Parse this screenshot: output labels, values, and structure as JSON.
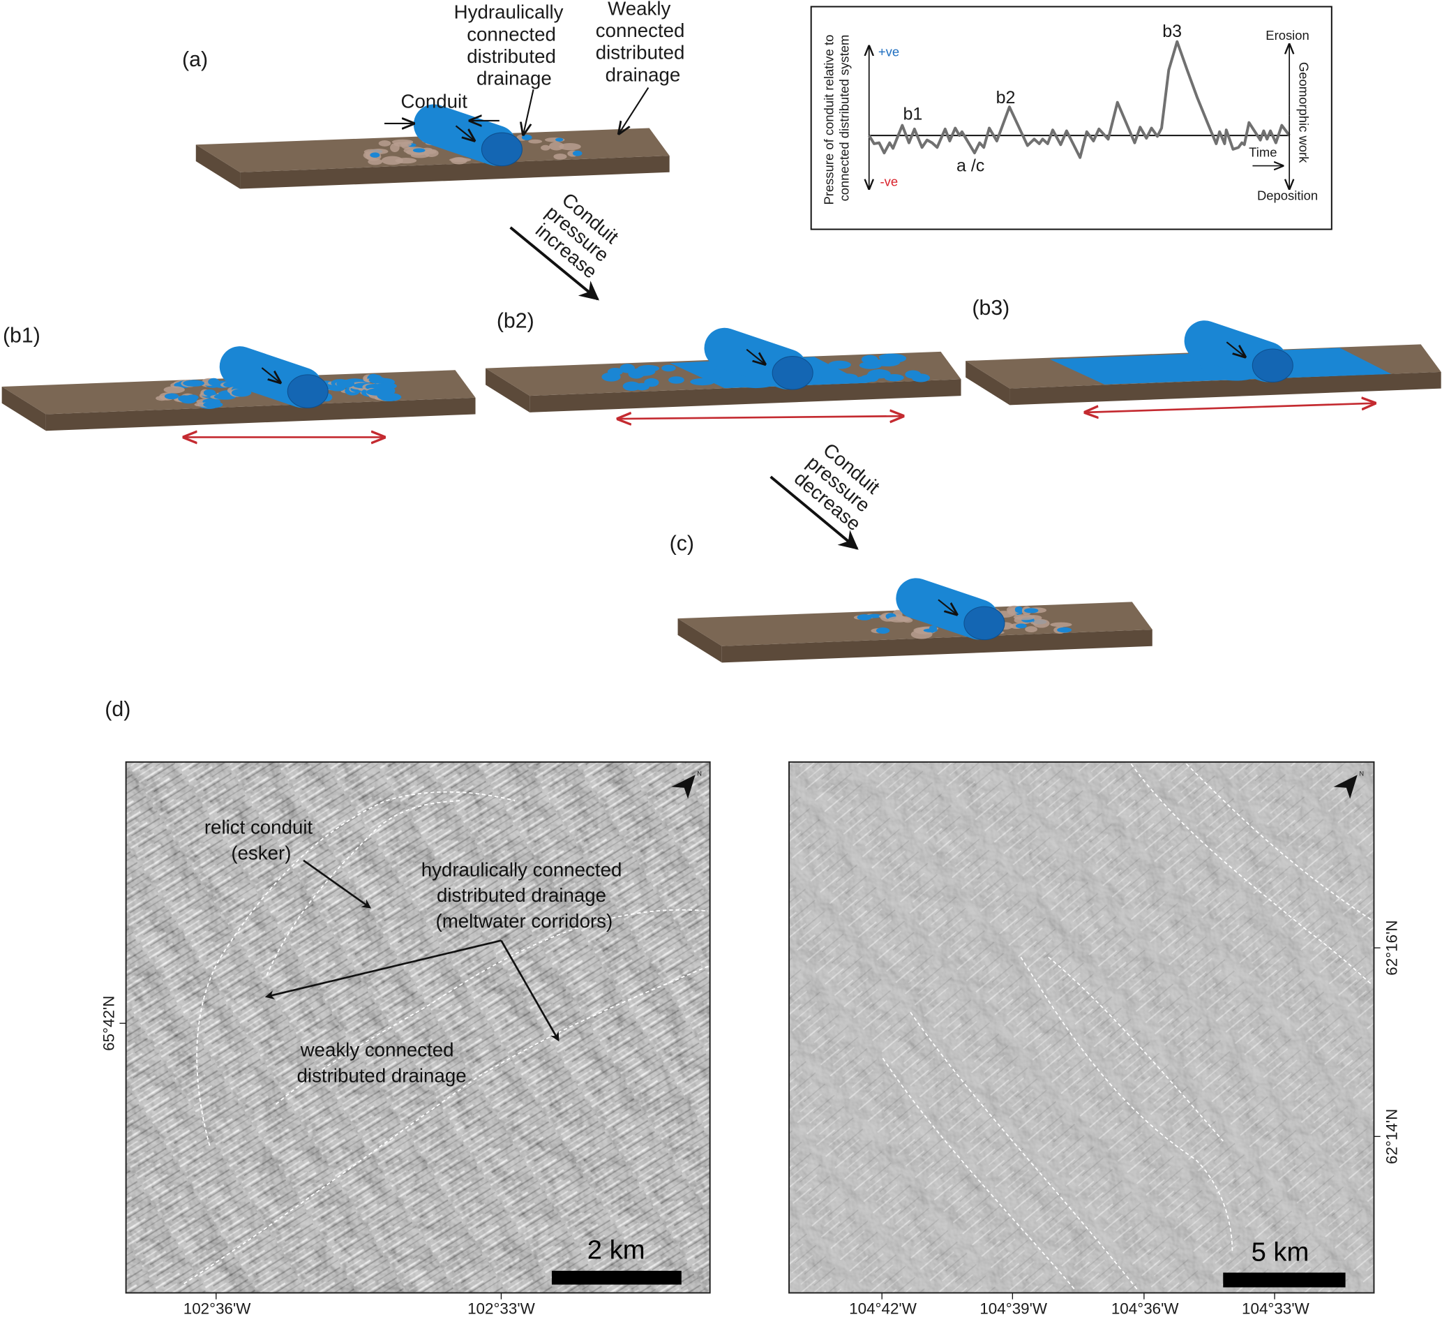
{
  "panels": {
    "a": "(a)",
    "b1": "(b1)",
    "b2": "(b2)",
    "b3": "(b3)",
    "c": "(c)",
    "d": "(d)"
  },
  "diagram_a": {
    "conduit": "Conduit",
    "hydraulic": [
      "Hydraulically",
      "connected",
      "distributed",
      "drainage"
    ],
    "weak": [
      "Weakly",
      "connected",
      "distributed",
      "drainage"
    ]
  },
  "arrows": {
    "increase": [
      "Conduit",
      "pressure",
      "increase"
    ],
    "decrease": [
      "Conduit",
      "pressure",
      "decrease"
    ]
  },
  "inset": {
    "ylabel": [
      "Pressure of conduit relative to",
      "connected distributed system"
    ],
    "pos": "+ve",
    "neg": "-ve",
    "erosion": "Erosion",
    "deposition": "Deposition",
    "right_label": "Geomorphic work",
    "time": "Time",
    "peaks": {
      "b1": "b1",
      "b2": "b2",
      "b3": "b3",
      "ac": "a /c"
    },
    "colors": {
      "pos": "#1f6fc0",
      "neg": "#d8202a",
      "line": "#707070"
    }
  },
  "chart_data": {
    "type": "line",
    "xlabel": "Time",
    "ylabel": "Pressure of conduit relative to connected distributed system",
    "series": [
      {
        "name": "conduit pressure",
        "x": [
          0,
          1.2,
          2.4,
          3.6,
          4.9,
          5.7,
          7.9,
          9.5,
          10.8,
          12.6,
          13.8,
          15,
          16.2,
          18.1,
          19.2,
          20.5,
          21.5,
          22.1,
          25.1,
          26.3,
          27.3,
          28.6,
          30.4,
          33.4,
          37.7,
          39.3,
          40.5,
          41.3,
          42.5,
          43.7,
          45.6,
          47,
          50.2,
          51.8,
          53.4,
          54.7,
          56.9,
          59.1,
          63.2,
          64.5,
          66,
          67.2,
          68.6,
          69.6,
          71.3,
          73.3,
          75.7,
          78.1,
          80.6,
          82.6,
          83.4,
          84.6,
          85,
          86.6,
          87.9,
          88.7,
          89.3,
          90.4,
          93.1,
          93.9,
          94.7,
          95.5,
          96.8,
          98.2,
          100
        ],
        "y": [
          0,
          -0.9,
          -0.8,
          -1.9,
          -0.8,
          -1.4,
          1.1,
          -0.8,
          0.7,
          -1.3,
          -0.5,
          -0.8,
          -1.3,
          0.7,
          -0.6,
          0.8,
          0,
          0.4,
          -1.9,
          -0.8,
          -1.3,
          0.8,
          -0.6,
          3.1,
          -1.1,
          -0.4,
          -0.9,
          -0.4,
          -0.9,
          0.6,
          -1,
          0.5,
          -2.4,
          0.4,
          -0.6,
          0.7,
          -0.4,
          3.6,
          -0.8,
          0.9,
          -0.3,
          0.8,
          -0.1,
          0.8,
          7.1,
          10.2,
          7.1,
          4.1,
          1.3,
          -0.9,
          0.4,
          -0.9,
          0.6,
          -1.5,
          -1.3,
          -0.8,
          -1,
          1.4,
          -0.5,
          0.5,
          -0.4,
          0.5,
          -0.8,
          1.1,
          0
        ]
      }
    ],
    "xlim": [
      0,
      100
    ],
    "ylim": [
      -5.5,
      10
    ],
    "grid": false
  },
  "map_left": {
    "labels": {
      "esker": [
        "relict conduit",
        "(esker)"
      ],
      "corridor": [
        "hydraulically connected",
        "distributed drainage",
        "(meltwater corridors)"
      ],
      "weak": [
        "weakly connected",
        "distributed drainage"
      ]
    },
    "xticks": [
      "102°36'W",
      "102°33'W"
    ],
    "yticks": [
      "65°42'N"
    ],
    "scale": "2 km"
  },
  "map_right": {
    "xticks": [
      "104°42'W",
      "104°39'W",
      "104°36'W",
      "104°33'W"
    ],
    "yticks": [
      "62°16'N",
      "62°14'N"
    ],
    "scale": "5 km"
  },
  "north": "N",
  "colors": {
    "ground_top": "#7b6754",
    "ground_front": "#5c4a3a",
    "water": "#1a86d4",
    "water_dark": "#1466b3",
    "patch": "#b79d8f",
    "red": "#c42a30"
  }
}
